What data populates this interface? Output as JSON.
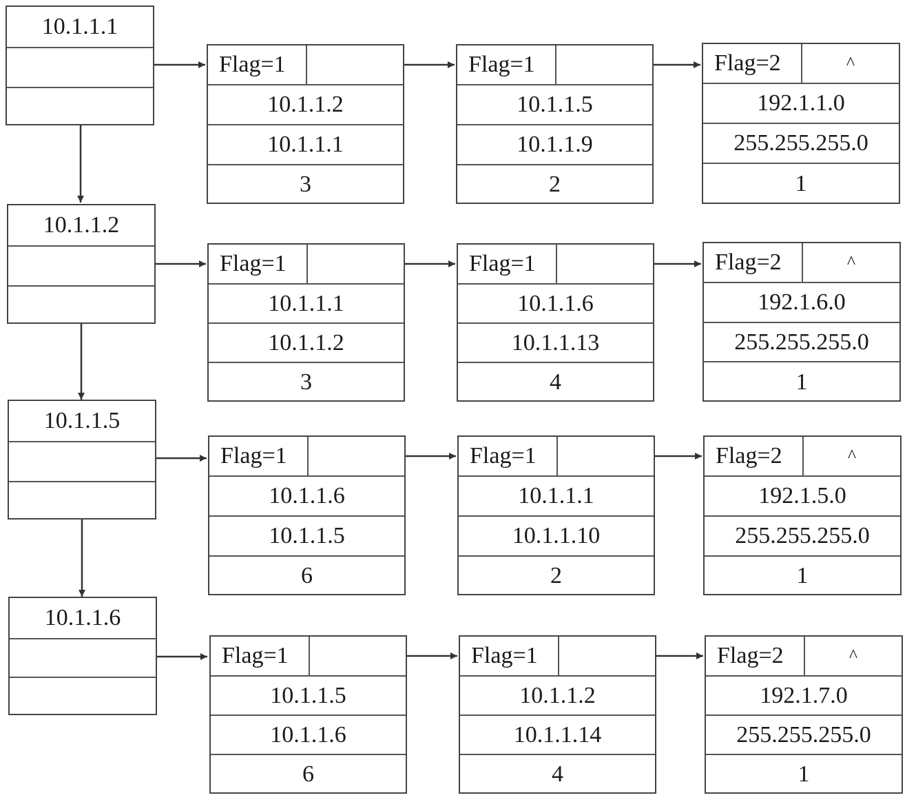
{
  "rows": [
    {
      "head": {
        "ip": "10.1.1.1"
      },
      "nodes": [
        {
          "flag": "Flag=1",
          "ptr": "",
          "addr1": "10.1.1.2",
          "addr2": "10.1.1.1",
          "metric": "3"
        },
        {
          "flag": "Flag=1",
          "ptr": "",
          "addr1": "10.1.1.5",
          "addr2": "10.1.1.9",
          "metric": "2"
        },
        {
          "flag": "Flag=2",
          "ptr": "^",
          "addr1": "192.1.1.0",
          "addr2": "255.255.255.0",
          "metric": "1"
        }
      ]
    },
    {
      "head": {
        "ip": "10.1.1.2"
      },
      "nodes": [
        {
          "flag": "Flag=1",
          "ptr": "",
          "addr1": "10.1.1.1",
          "addr2": "10.1.1.2",
          "metric": "3"
        },
        {
          "flag": "Flag=1",
          "ptr": "",
          "addr1": "10.1.1.6",
          "addr2": "10.1.1.13",
          "metric": "4"
        },
        {
          "flag": "Flag=2",
          "ptr": "^",
          "addr1": "192.1.6.0",
          "addr2": "255.255.255.0",
          "metric": "1"
        }
      ]
    },
    {
      "head": {
        "ip": "10.1.1.5"
      },
      "nodes": [
        {
          "flag": "Flag=1",
          "ptr": "",
          "addr1": "10.1.1.6",
          "addr2": "10.1.1.5",
          "metric": "6"
        },
        {
          "flag": "Flag=1",
          "ptr": "",
          "addr1": "10.1.1.1",
          "addr2": "10.1.1.10",
          "metric": "2"
        },
        {
          "flag": "Flag=2",
          "ptr": "^",
          "addr1": "192.1.5.0",
          "addr2": "255.255.255.0",
          "metric": "1"
        }
      ]
    },
    {
      "head": {
        "ip": "10.1.1.6"
      },
      "nodes": [
        {
          "flag": "Flag=1",
          "ptr": "",
          "addr1": "10.1.1.5",
          "addr2": "10.1.1.6",
          "metric": "6"
        },
        {
          "flag": "Flag=1",
          "ptr": "",
          "addr1": "10.1.1.2",
          "addr2": "10.1.1.14",
          "metric": "4"
        },
        {
          "flag": "Flag=2",
          "ptr": "^",
          "addr1": "192.1.7.0",
          "addr2": "255.255.255.0",
          "metric": "1"
        }
      ]
    }
  ],
  "colors": {
    "stroke": "#444444",
    "text": "#1a1a1a"
  }
}
